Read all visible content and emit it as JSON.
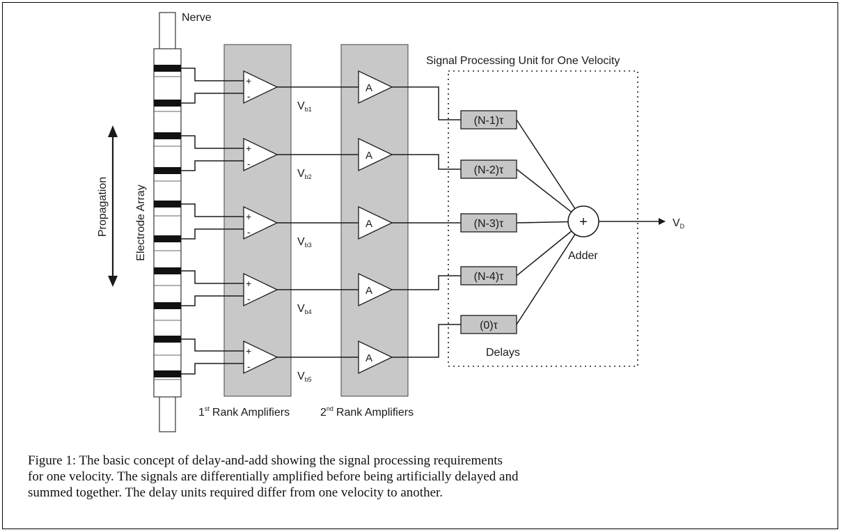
{
  "labels": {
    "nerve": "Nerve",
    "electrode_array": "Electrode Array",
    "propagation": "Propagation",
    "unit_title": "Signal Processing Unit for One Velocity",
    "rank1": "Rank Amplifiers",
    "rank1_num": "1",
    "rank1_sup": "st",
    "rank2": "Rank Amplifiers",
    "rank2_num": "2",
    "rank2_sup": "nd",
    "adder": "Adder",
    "adder_symbol": "+",
    "delays": "Delays",
    "output": "V",
    "output_sub": "D",
    "amp_label": "A",
    "plus": "+",
    "minus": "-"
  },
  "channels": [
    {
      "v": "V",
      "sub": "b1",
      "delay": "(N-1)τ"
    },
    {
      "v": "V",
      "sub": "b2",
      "delay": "(N-2)τ"
    },
    {
      "v": "V",
      "sub": "b3",
      "delay": "(N-3)τ"
    },
    {
      "v": "V",
      "sub": "b4",
      "delay": "(N-4)τ"
    },
    {
      "v": "V",
      "sub": "b5",
      "delay": "(0)τ"
    }
  ],
  "caption": {
    "line1": "Figure 1: The basic concept of delay-and-add showing the signal processing requirements",
    "line2": "for one velocity. The signals are differentially amplified before being artificially delayed and",
    "line3": "summed  together. The delay units required differ from one velocity to another."
  }
}
